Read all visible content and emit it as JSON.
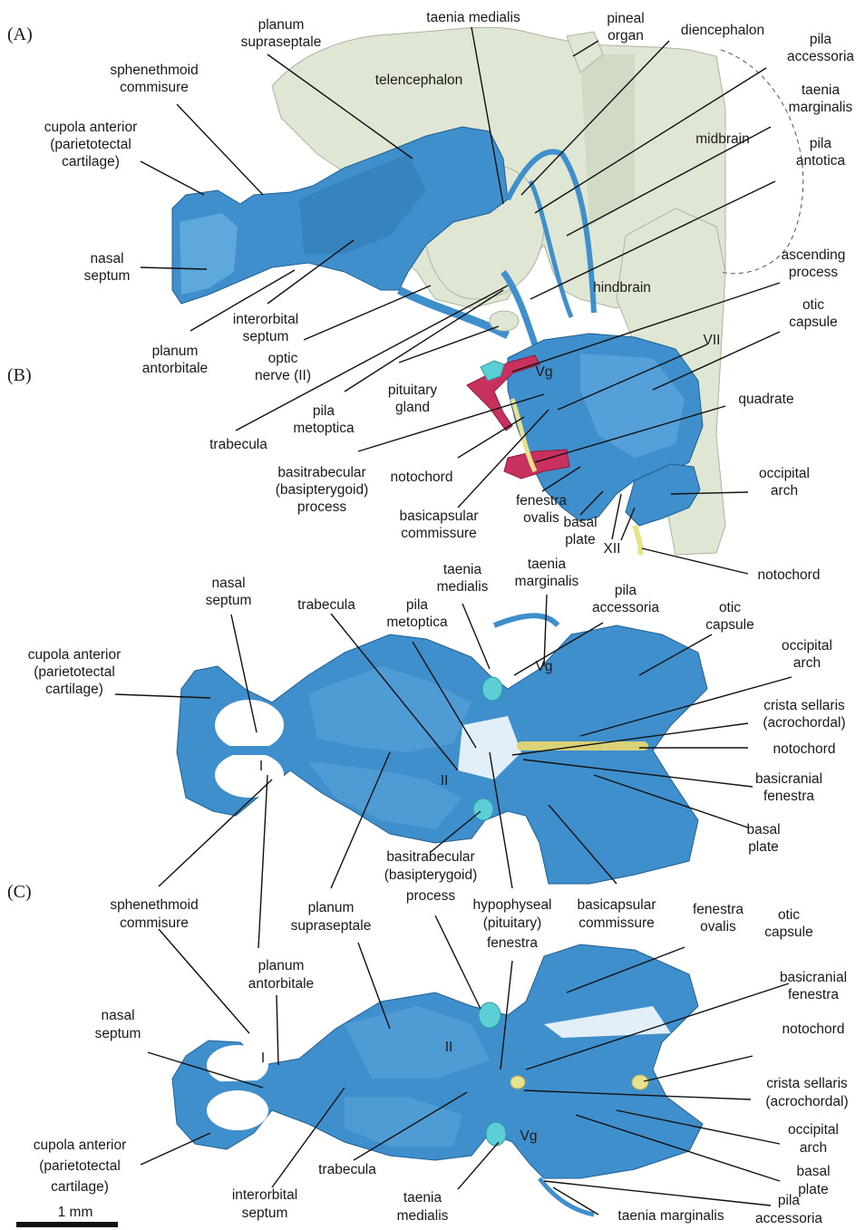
{
  "panels": {
    "a": "(A)",
    "b": "(B)",
    "c": "(C)"
  },
  "scale_bar": "1 mm",
  "panel_a": {
    "planum_supraseptale": [
      "planum",
      "supraseptale"
    ],
    "taenia_medialis": "taenia medialis",
    "pineal_organ": [
      "pineal",
      "organ"
    ],
    "diencephalon": "diencephalon",
    "pila_accessoria": [
      "pila",
      "accessoria"
    ],
    "sphenethmoid_commisure": [
      "sphenethmoid",
      "commisure"
    ],
    "telencephalon": "telencephalon",
    "taenia_marginalis": [
      "taenia",
      "marginalis"
    ],
    "cupola_anterior": [
      "cupola anterior",
      "(parietotectal",
      "cartilage)"
    ],
    "midbrain": "midbrain",
    "pila_antotica": [
      "pila",
      "antotica"
    ],
    "nasal_septum": [
      "nasal",
      "septum"
    ],
    "ascending_process": [
      "ascending",
      "process"
    ],
    "hindbrain": "hindbrain",
    "interorbital_septum": [
      "interorbital",
      "septum"
    ],
    "otic_capsule": [
      "otic",
      "capsule"
    ],
    "planum_antorbitale": [
      "planum",
      "antorbitale"
    ],
    "optic_nerve": [
      "optic",
      "nerve (II)"
    ],
    "vii": "VII",
    "vg": "Vg",
    "pituitary_gland": [
      "pituitary",
      "gland"
    ],
    "quadrate": "quadrate",
    "pila_metoptica": [
      "pila",
      "metoptica"
    ],
    "trabecula": "trabecula",
    "basitrabecular": [
      "basitrabecular",
      "(basipterygoid)",
      "process"
    ],
    "notochord": "notochord",
    "basicapsular_commissure": [
      "basicapsular",
      "commissure"
    ],
    "occipital_arch": [
      "occipital",
      "arch"
    ],
    "fenestra_ovalis": [
      "fenestra",
      "ovalis"
    ],
    "basal_plate": [
      "basal",
      "plate"
    ],
    "xii": "XII",
    "notochord_2": "notochord"
  },
  "panel_b": {
    "nasal_septum": [
      "nasal",
      "septum"
    ],
    "trabecula": "trabecula",
    "taenia_medialis": [
      "taenia",
      "medialis"
    ],
    "taenia_marginalis": [
      "taenia",
      "marginalis"
    ],
    "pila_accessoria": [
      "pila",
      "accessoria"
    ],
    "pila_metoptica": [
      "pila",
      "metoptica"
    ],
    "otic_capsule": [
      "otic",
      "capsule"
    ],
    "cupola_anterior": [
      "cupola anterior",
      "(parietotectal",
      "cartilage)"
    ],
    "vg": "Vg",
    "occipital_arch": [
      "occipital",
      "arch"
    ],
    "crista_sellaris": [
      "crista sellaris",
      "(acrochordal)"
    ],
    "notochord": "notochord",
    "i": "I",
    "ii": "II",
    "basicranial_fenestra": [
      "basicranial",
      "fenestra"
    ],
    "basal_plate": [
      "basal",
      "plate"
    ],
    "basitrabecular": [
      "basitrabecular",
      "(basipterygoid)",
      "process"
    ],
    "sphenethmoid_commisure": [
      "sphenethmoid",
      "commisure"
    ],
    "planum_supraseptale": [
      "planum",
      "supraseptale"
    ],
    "hypophyseal_fenestra": [
      "hypophyseal",
      "(pituitary)",
      "fenestra"
    ],
    "basicapsular_commissure": [
      "basicapsular",
      "commissure"
    ]
  },
  "panel_c": {
    "planum_antorbitale": [
      "planum",
      "antorbitale"
    ],
    "fenestra_ovalis": [
      "fenestra",
      "ovalis"
    ],
    "otic_capsule": [
      "otic",
      "capsule"
    ],
    "basicranial_fenestra": [
      "basicranial",
      "fenestra"
    ],
    "nasal_septum": [
      "nasal",
      "septum"
    ],
    "notochord": "notochord",
    "i": "I",
    "ii": "II",
    "crista_sellaris": [
      "crista sellaris",
      "(acrochordal)"
    ],
    "cupola_anterior": [
      "cupola anterior",
      "(parietotectal",
      "cartilage)"
    ],
    "vg": "Vg",
    "occipital_arch": [
      "occipital",
      "arch"
    ],
    "basal_plate": [
      "basal",
      "plate"
    ],
    "trabecula": "trabecula",
    "interorbital_septum": [
      "interorbital",
      "septum"
    ],
    "taenia_medialis": [
      "taenia",
      "medialis"
    ],
    "taenia_marginalis": "taenia marginalis",
    "pila_accessoria": [
      "pila",
      "accessoria"
    ]
  },
  "colors": {
    "cartilage": "#3f8fcc",
    "brain": "#dfe7d4",
    "ganglion_teal": "#5ccfd6",
    "quadrate_pink": "#c8305e",
    "notochord_yellow": "#e8e28a"
  }
}
